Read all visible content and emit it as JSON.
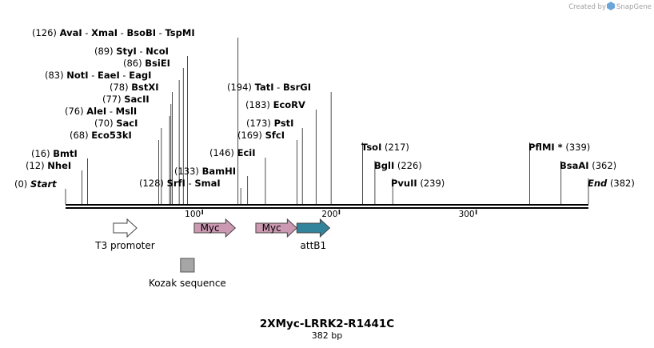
{
  "credit": {
    "text": "Created by",
    "brand": "SnapGene"
  },
  "sequence": {
    "name": "2XMyc-LRRK2-R1441C",
    "length_label": "382 bp",
    "length": 382
  },
  "ticks": [
    {
      "value": 100,
      "label": "100"
    },
    {
      "value": 200,
      "label": "200"
    },
    {
      "value": 300,
      "label": "300"
    }
  ],
  "sites": [
    {
      "pos": 0,
      "pos_label": "(0)",
      "names": [
        "Start"
      ],
      "italic": true
    },
    {
      "pos": 12,
      "pos_label": "(12)",
      "names": [
        "NheI"
      ]
    },
    {
      "pos": 16,
      "pos_label": "(16)",
      "names": [
        "BmtI"
      ]
    },
    {
      "pos": 68,
      "pos_label": "(68)",
      "names": [
        "Eco53kI"
      ]
    },
    {
      "pos": 70,
      "pos_label": "(70)",
      "names": [
        "SacI"
      ]
    },
    {
      "pos": 76,
      "pos_label": "(76)",
      "names": [
        "AleI",
        "MslI"
      ]
    },
    {
      "pos": 77,
      "pos_label": "(77)",
      "names": [
        "SacII"
      ]
    },
    {
      "pos": 78,
      "pos_label": "(78)",
      "names": [
        "BstXI"
      ]
    },
    {
      "pos": 83,
      "pos_label": "(83)",
      "names": [
        "NotI",
        "EaeI",
        "EagI"
      ]
    },
    {
      "pos": 86,
      "pos_label": "(86)",
      "names": [
        "BsiEI"
      ]
    },
    {
      "pos": 89,
      "pos_label": "(89)",
      "names": [
        "StyI",
        "NcoI"
      ]
    },
    {
      "pos": 126,
      "pos_label": "(126)",
      "names": [
        "AvaI",
        "XmaI",
        "BsoBI",
        "TspMI"
      ]
    },
    {
      "pos": 128,
      "pos_label": "(128)",
      "names": [
        "SrfI",
        "SmaI"
      ]
    },
    {
      "pos": 133,
      "pos_label": "(133)",
      "names": [
        "BamHI"
      ]
    },
    {
      "pos": 146,
      "pos_label": "(146)",
      "names": [
        "EciI"
      ]
    },
    {
      "pos": 169,
      "pos_label": "(169)",
      "names": [
        "SfcI"
      ]
    },
    {
      "pos": 173,
      "pos_label": "(173)",
      "names": [
        "PstI"
      ]
    },
    {
      "pos": 183,
      "pos_label": "(183)",
      "names": [
        "EcoRV"
      ]
    },
    {
      "pos": 194,
      "pos_label": "(194)",
      "names": [
        "TatI",
        "BsrGI"
      ]
    },
    {
      "pos": 217,
      "pos_label": "(217)",
      "names": [
        "TsoI"
      ]
    },
    {
      "pos": 226,
      "pos_label": "(226)",
      "names": [
        "BglI"
      ]
    },
    {
      "pos": 239,
      "pos_label": "(239)",
      "names": [
        "PvuII"
      ]
    },
    {
      "pos": 339,
      "pos_label": "(339)",
      "names": [
        "PflMI *"
      ]
    },
    {
      "pos": 362,
      "pos_label": "(362)",
      "names": [
        "BsaAI"
      ]
    },
    {
      "pos": 382,
      "pos_label": "(382)",
      "names": [
        "End"
      ],
      "italic": true
    }
  ],
  "features": [
    {
      "name": "T3 promoter",
      "type": "promoter",
      "start": 35,
      "end": 52,
      "color": "#ffffff",
      "label_below": true
    },
    {
      "name": "Myc",
      "type": "tag",
      "start": 94,
      "end": 124,
      "color": "#cc99b2",
      "label_inside": true
    },
    {
      "name": "Myc",
      "type": "tag",
      "start": 139,
      "end": 169,
      "color": "#cc99b2",
      "label_inside": true
    },
    {
      "name": "attB1",
      "type": "misc",
      "start": 169,
      "end": 193,
      "color": "#31849b",
      "label_below": true
    },
    {
      "name": "Kozak sequence",
      "type": "regulatory",
      "start": 84,
      "end": 94,
      "color": "#a6a6a6",
      "label_below": true
    }
  ],
  "colors": {
    "backbone": "#000000",
    "credit": "#a0a0a0"
  }
}
